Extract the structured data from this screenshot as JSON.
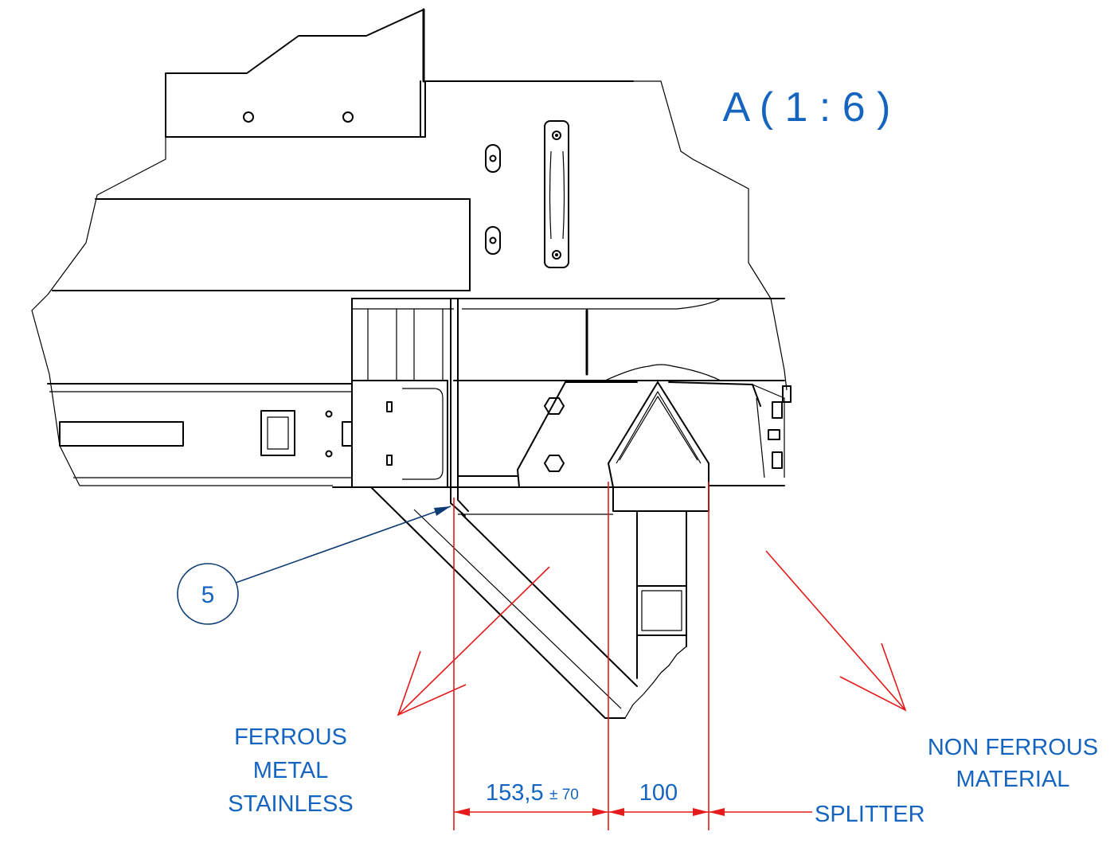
{
  "view_title": "A ( 1 : 6 )",
  "balloon": {
    "number": "5"
  },
  "zones": {
    "ferrous": [
      "FERROUS",
      "METAL",
      "STAINLESS"
    ],
    "non_ferrous": [
      "NON FERROUS",
      "MATERIAL"
    ],
    "splitter": "SPLITTER"
  },
  "dimensions": {
    "left_value": "153,5",
    "left_tolerance": "± 70",
    "right_value": "100"
  },
  "colors": {
    "annotation_text": "#1565c0",
    "dimension_lines": "#e31b1b",
    "leader": "#0d3b73",
    "outline": "#000000"
  }
}
